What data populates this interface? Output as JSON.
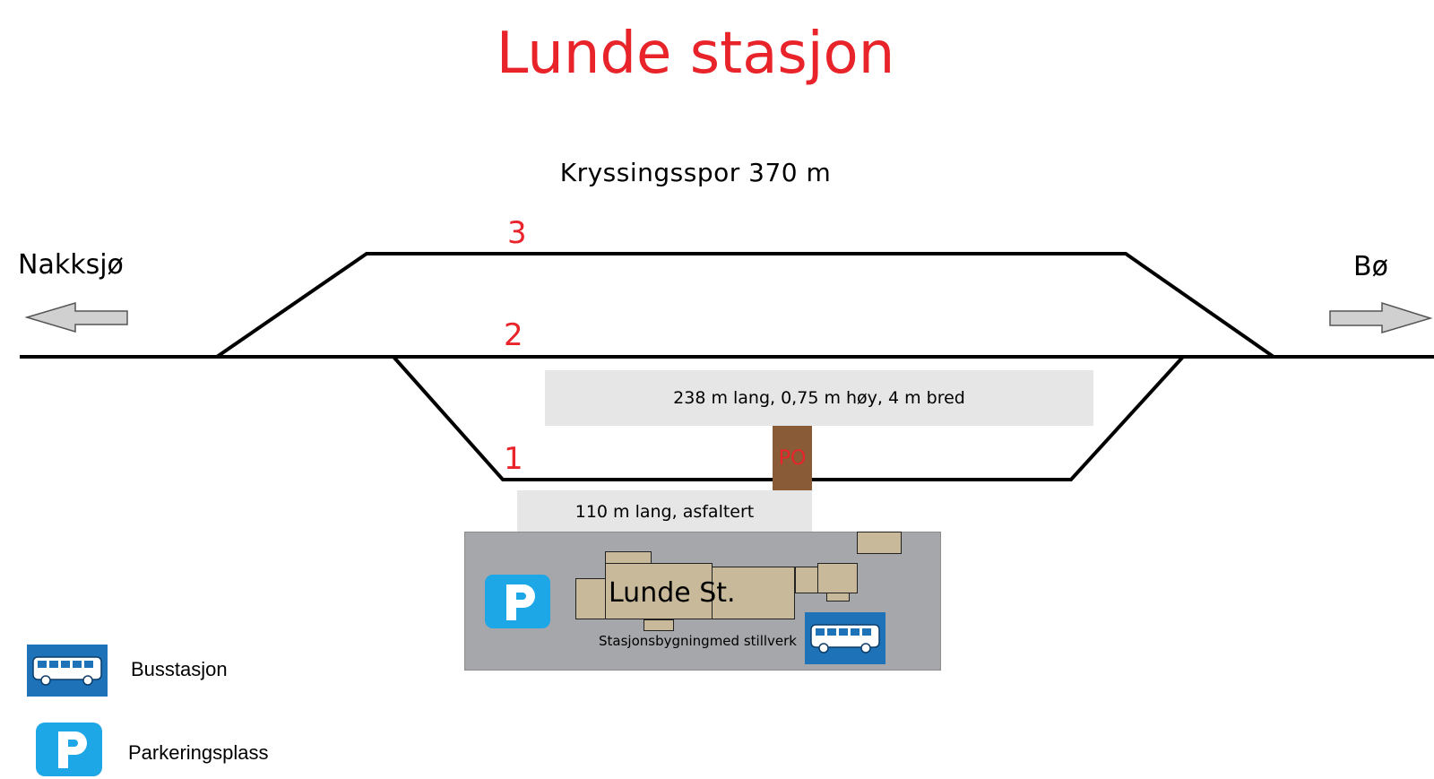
{
  "title": "Lunde stasjon",
  "crossing_track": "Kryssingsspor 370 m",
  "directions": {
    "left": "Nakksjø",
    "right": "Bø"
  },
  "tracks": [
    "1",
    "2",
    "3"
  ],
  "platform_main": "238 m lang, 0,75 m høy, 4 m bred",
  "platform_side": "110 m  lang, asfaltert",
  "shelter": "PO",
  "station_building": "Lunde St.",
  "station_building_note": "Stasjonsbygningmed stillverk",
  "legend": [
    {
      "icon": "bus-icon",
      "label": "Busstasjon"
    },
    {
      "icon": "parking-icon",
      "label": "Parkeringsplass"
    }
  ],
  "colors": {
    "title_red": "#e8232a",
    "bus_blue": "#1d72b8",
    "parking_blue": "#1ea7e6",
    "building": "#c9b99b",
    "area_grey": "#a6a7ab",
    "shelter_brown": "#8a5b37"
  }
}
